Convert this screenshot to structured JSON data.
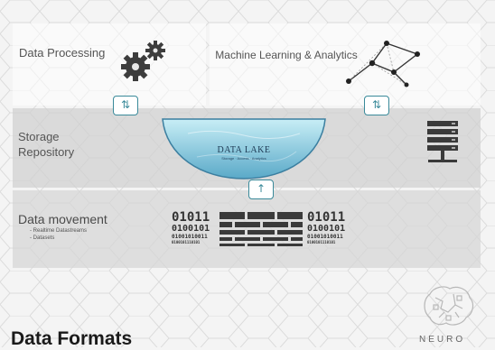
{
  "layers": {
    "data_processing": "Data Processing",
    "machine_learning": "Machine Learning & Analytics",
    "storage": "Storage Repository",
    "data_movement": "Data movement",
    "movement_items": [
      "- Realtime Datastreams",
      "- Datasets"
    ]
  },
  "arrows": {
    "bidirectional": "⇅",
    "up": "↑"
  },
  "data_lake": {
    "title": "DATA LAKE",
    "subtitle": "Storage · Access · Analytics"
  },
  "binary": {
    "line1": "01011",
    "line2": "0100101",
    "line3": "01001010011",
    "line4": "0100101110101"
  },
  "heading": "Data Formats",
  "logo": "NEURO",
  "colors": {
    "accent": "#3a8a9a",
    "lake_top": "#bfe8f2",
    "lake_bottom": "#5aa9c8",
    "text": "#555555"
  }
}
